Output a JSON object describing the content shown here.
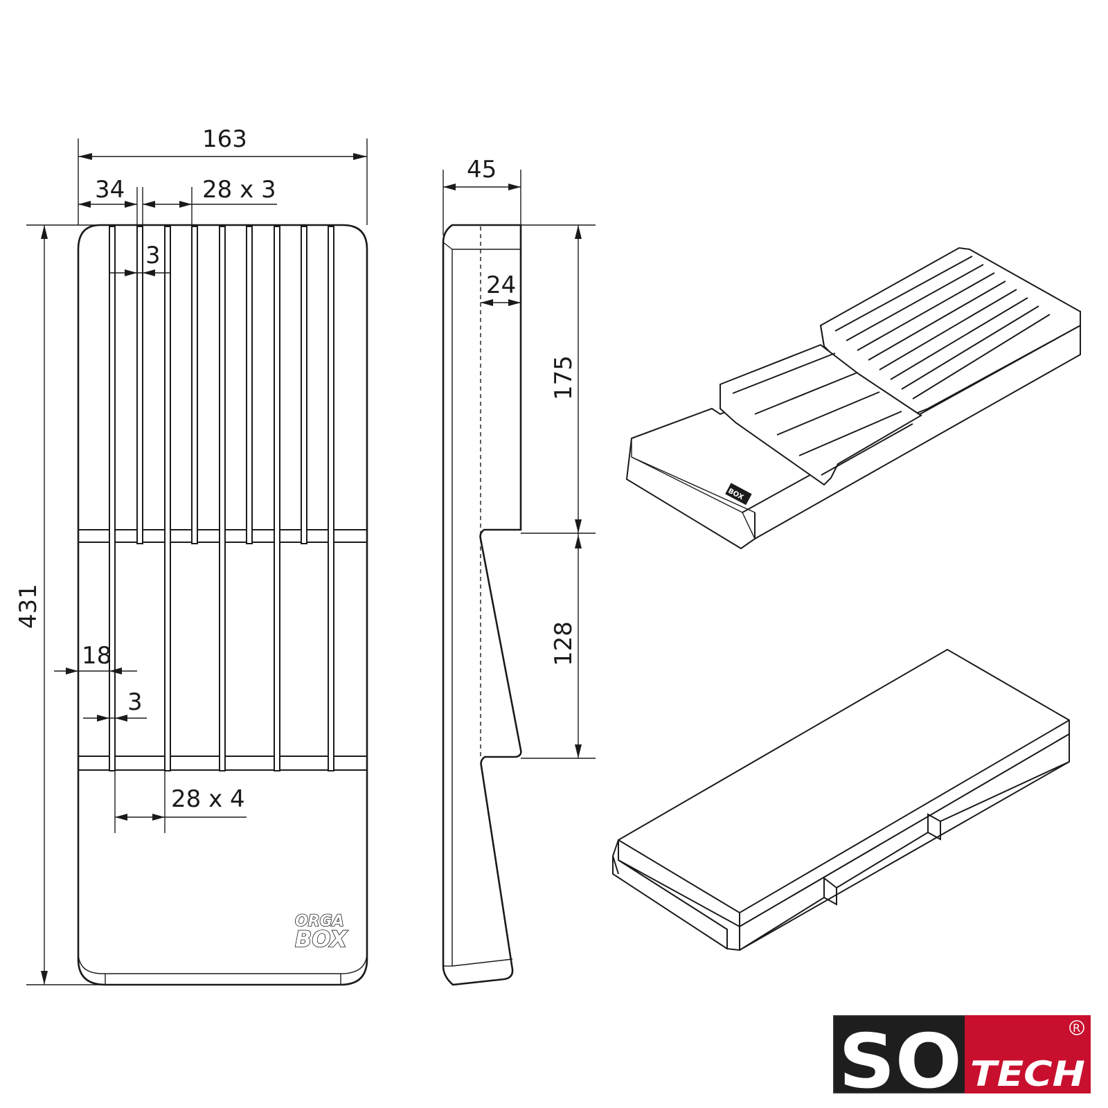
{
  "dimensions": {
    "overall_width": "163",
    "first_offset": "34",
    "top_pitch": "28 x 3",
    "top_slot": "3",
    "overall_length": "431",
    "bottom_offset": "18",
    "bottom_slot": "3",
    "bottom_pitch": "28 x 4",
    "side_width": "45",
    "side_depth": "24",
    "upper_length": "175",
    "lower_length": "128"
  },
  "product_logo": {
    "line1": "ORGA",
    "line2": "BOX"
  },
  "brand": {
    "so": "SO",
    "tech": "TECH",
    "registered": "R",
    "colors": {
      "dark": "#1e1e1e",
      "red": "#c8102e",
      "border": "#3a3a3a"
    }
  }
}
